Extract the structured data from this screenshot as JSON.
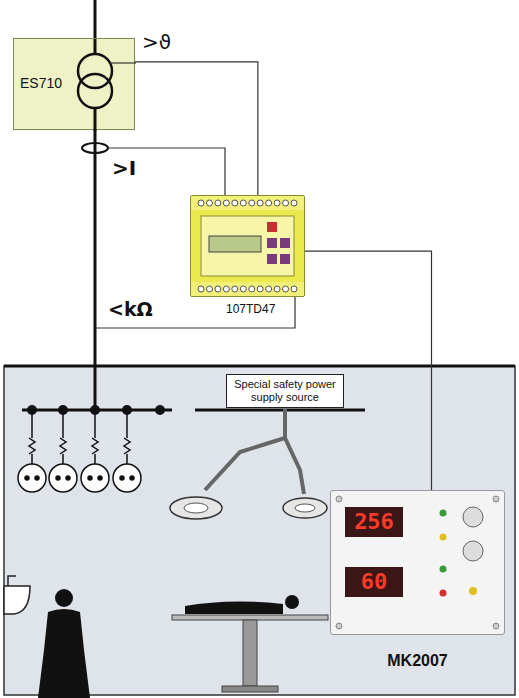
{
  "diagram": {
    "nodes": [
      {
        "text": [
          "ES710"
        ]
      },
      {
        "text": [
          "107TD47"
        ]
      },
      {
        "text": [
          "Special safety power supply source"
        ]
      },
      {
        "text": [
          "256",
          "60",
          "MK2007"
        ]
      }
    ],
    "edges": [
      {
        "from": 0,
        "to": 1,
        "arrow": "none",
        "label": ">ϑ"
      },
      {
        "from": 1,
        "to": 3,
        "arrow": "none"
      }
    ],
    "labels": [
      ">I",
      "<kΩ"
    ]
  }
}
